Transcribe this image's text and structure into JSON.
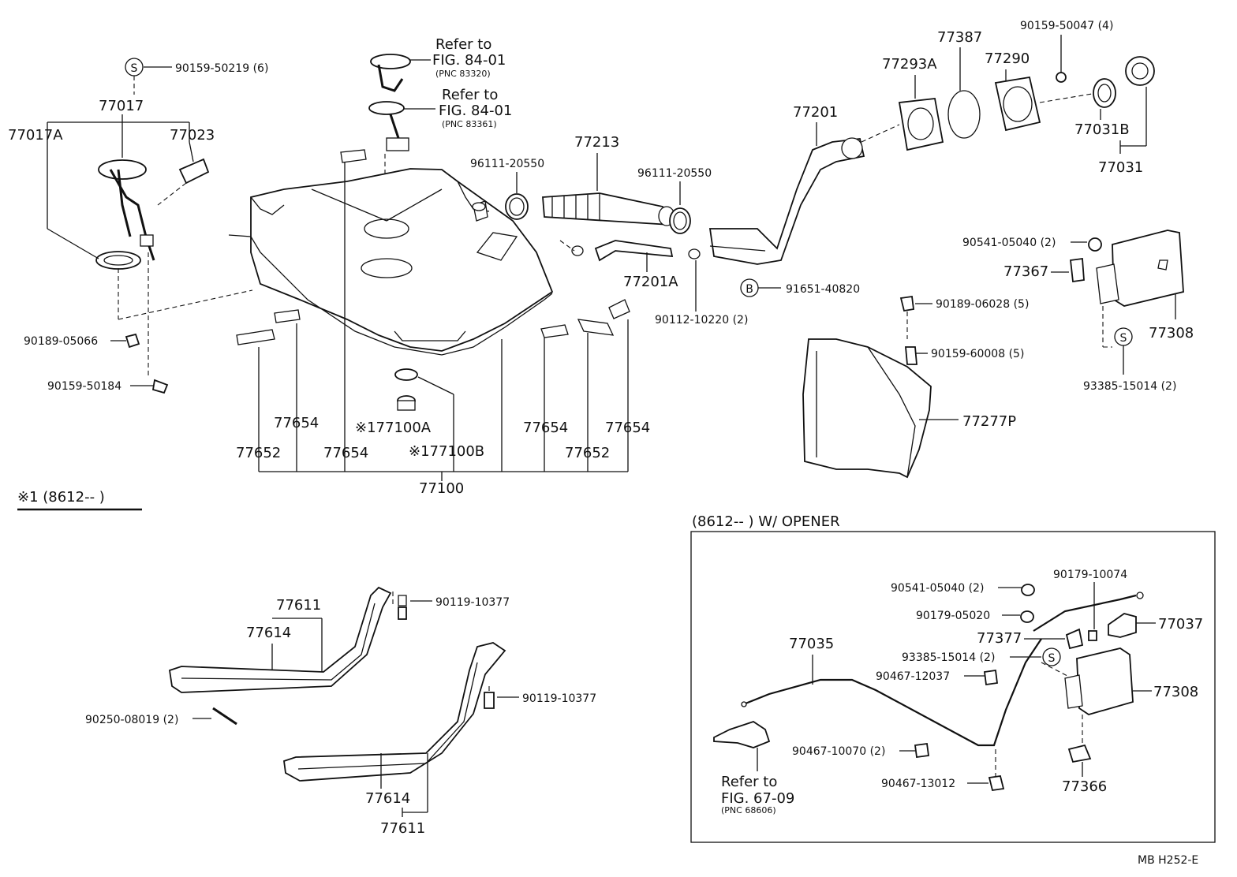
{
  "labels": {
    "p_90159_50219": "90159-50219 (6)",
    "s_mark": "S",
    "b_mark": "B",
    "p_77017": "77017",
    "p_77017A": "77017A",
    "p_77023": "77023",
    "p_90189_05066": "90189-05066",
    "p_90159_50184": "90159-50184",
    "refer1_a": "Refer to",
    "refer1_b": "FIG. 84-01",
    "refer1_c": "(PNC 83320)",
    "refer2_a": "Refer to",
    "refer2_b": "FIG. 84-01",
    "refer2_c": "(PNC 83361)",
    "p_96111_20550_a": "96111-20550",
    "p_77213": "77213",
    "p_96111_20550_b": "96111-20550",
    "p_77201": "77201",
    "p_77201A": "77201A",
    "p_90112_10220": "90112-10220 (2)",
    "p_91651_40820": "91651-40820",
    "p_77293A": "77293A",
    "p_77387": "77387",
    "p_77290": "77290",
    "p_90159_50047": "90159-50047 (4)",
    "p_77031B": "77031B",
    "p_77031": "77031",
    "p_90541_05040": "90541-05040 (2)",
    "p_77367": "77367",
    "p_77308": "77308",
    "p_93385_15014": "93385-15014 (2)",
    "p_90189_06028": "90189-06028 (5)",
    "p_90159_60008": "90159-60008 (5)",
    "p_77277P": "77277P",
    "p_77654_a": "77654",
    "p_77652_a": "77652",
    "p_77654_b": "77654",
    "p_177100A": "※177100A",
    "p_177100B": "※177100B",
    "p_77654_c": "77654",
    "p_77652_b": "77652",
    "p_77654_d": "77654",
    "p_77100": "77100",
    "footnote": "※1 (8612--        )",
    "p_77611_a": "77611",
    "p_77614_a": "77614",
    "p_90119_10377_a": "90119-10377",
    "p_90119_10377_b": "90119-10377",
    "p_90250_08019": "90250-08019 (2)",
    "p_77614_b": "77614",
    "p_77611_b": "77611",
    "opener_title": "(8612--        ) W/  OPENER",
    "o_90541_05040": "90541-05040 (2)",
    "o_90179_10074": "90179-10074",
    "o_90179_05020": "90179-05020",
    "o_77037": "77037",
    "o_77377": "77377",
    "o_93385_15014": "93385-15014 (2)",
    "o_77035": "77035",
    "o_90467_12037": "90467-12037",
    "o_77308": "77308",
    "o_90467_10070": "90467-10070 (2)",
    "o_90467_13012": "90467-13012",
    "o_77366": "77366",
    "refer3_a": "Refer to",
    "refer3_b": "FIG. 67-09",
    "refer3_c": "(PNC 68606)",
    "code": "MB  H252-E"
  }
}
